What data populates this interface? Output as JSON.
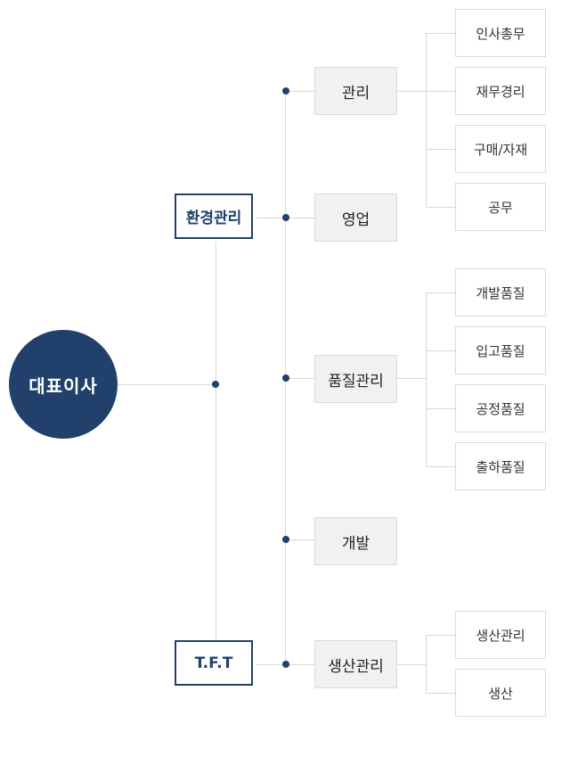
{
  "ceo": "대표이사",
  "staff": {
    "env": "환경관리",
    "tft": "T.F.T"
  },
  "departments": [
    {
      "label": "관리",
      "subs": [
        "인사총무",
        "재무경리",
        "구매/자재",
        "공무"
      ]
    },
    {
      "label": "영업",
      "subs": []
    },
    {
      "label": "품질관리",
      "subs": [
        "개발품질",
        "입고품질",
        "공정품질",
        "출하품질"
      ]
    },
    {
      "label": "개발",
      "subs": []
    },
    {
      "label": "생산관리",
      "subs": [
        "생산관리",
        "생산"
      ]
    }
  ],
  "colors": {
    "navy": "#21406b",
    "line": "#d7d7d7",
    "dept_bg": "#f1f1f1"
  }
}
